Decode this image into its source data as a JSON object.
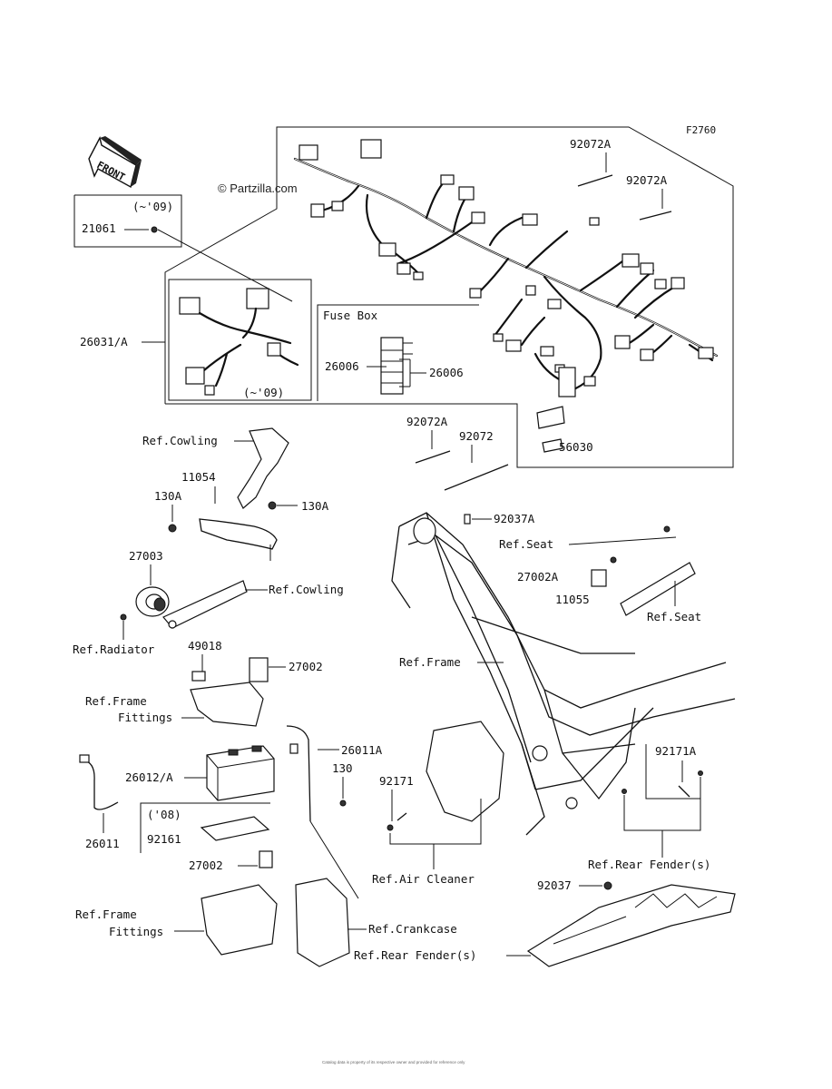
{
  "figure_code": "F2760",
  "watermark": "© Partzilla.com",
  "front_label": "FRONT",
  "fuse_box_title": "Fuse Box",
  "labels": {
    "p92072A_top1": "92072A",
    "p92072A_top2": "92072A",
    "p21061": "21061",
    "note_09_top": "(~'09)",
    "note_09_inset": "(~'09)",
    "p26031A": "26031/A",
    "p26006_left": "26006",
    "p26006_right": "26006",
    "p56030": "56030",
    "p92072A_mid": "92072A",
    "p92072_mid": "92072",
    "ref_cowling_1": "Ref.Cowling",
    "p11054": "11054",
    "p130A_left": "130A",
    "p130A_right": "130A",
    "p27003": "27003",
    "ref_cowling_2": "Ref.Cowling",
    "ref_radiator": "Ref.Radiator",
    "p49018": "49018",
    "p27002_top": "27002",
    "ref_frame_fittings_1a": "Ref.Frame",
    "ref_frame_fittings_1b": "Fittings",
    "p26011A": "26011A",
    "p26012A": "26012/A",
    "p130": "130",
    "p26011": "26011",
    "note_08": "('08)",
    "p92161": "92161",
    "p27002_bottom": "27002",
    "ref_frame_fittings_2a": "Ref.Frame",
    "ref_frame_fittings_2b": "Fittings",
    "ref_crankcase": "Ref.Crankcase",
    "ref_rear_fender_1": "Ref.Rear Fender(s)",
    "p92037A": "92037A",
    "ref_seat_1": "Ref.Seat",
    "p27002A": "27002A",
    "p11055": "11055",
    "ref_seat_2": "Ref.Seat",
    "ref_frame": "Ref.Frame",
    "p92171A": "92171A",
    "p92171": "92171",
    "ref_air_cleaner": "Ref.Air Cleaner",
    "ref_rear_fender_2": "Ref.Rear Fender(s)",
    "p92037": "92037"
  }
}
